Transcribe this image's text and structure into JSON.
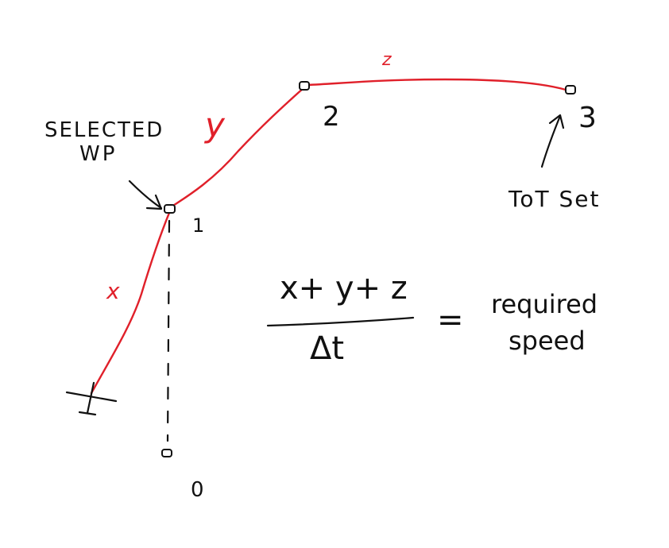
{
  "colors": {
    "path_red": "#e0202a",
    "ink_black": "#111111",
    "background": "#ffffff"
  },
  "waypoints": [
    {
      "label": "0"
    },
    {
      "label": "1"
    },
    {
      "label": "2"
    },
    {
      "label": "3"
    }
  ],
  "segments": {
    "x": "x",
    "y": "y",
    "z": "z"
  },
  "annotations": {
    "selected_wp_line1": "SELECTED",
    "selected_wp_line2": "WP",
    "tot_set": "ToT Set"
  },
  "formula": {
    "numerator": "x+ y+ z",
    "denominator": "Δt",
    "equals": "=",
    "result_line1": "required",
    "result_line2": "speed"
  }
}
